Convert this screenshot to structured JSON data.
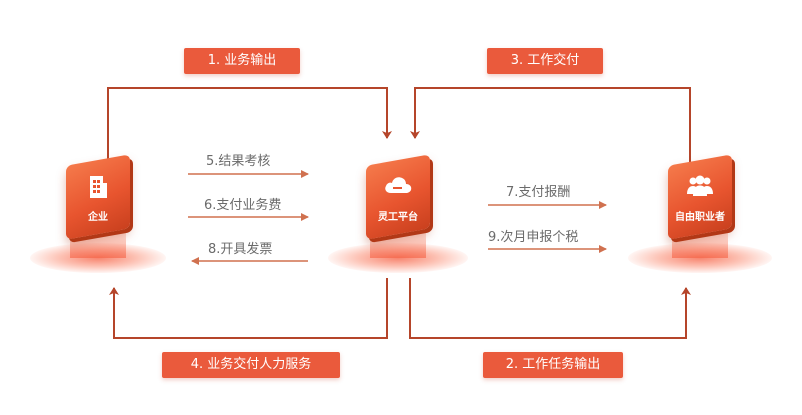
{
  "tags": {
    "business_output": "1. 业务输出",
    "task_output": "2. 工作任务输出",
    "work_delivery": "3. 工作交付",
    "hr_delivery": "4. 业务交付人力服务"
  },
  "flows": {
    "result_review": "5.结果考核",
    "pay_fee": "6.支付业务费",
    "issue_invoice": "8.开具发票",
    "pay_salary": "7.支付报酬",
    "declare_tax": "9.次月申报个税"
  },
  "nodes": {
    "enterprise": {
      "label": "企业",
      "icon": "building-icon"
    },
    "platform": {
      "label": "灵工平台",
      "icon": "cloud-icon"
    },
    "freelancer": {
      "label": "自由职业者",
      "icon": "people-icon"
    }
  },
  "colors": {
    "accent": "#ea5a3c",
    "line": "#b5452a",
    "flow_text": "#6b6b6b"
  }
}
